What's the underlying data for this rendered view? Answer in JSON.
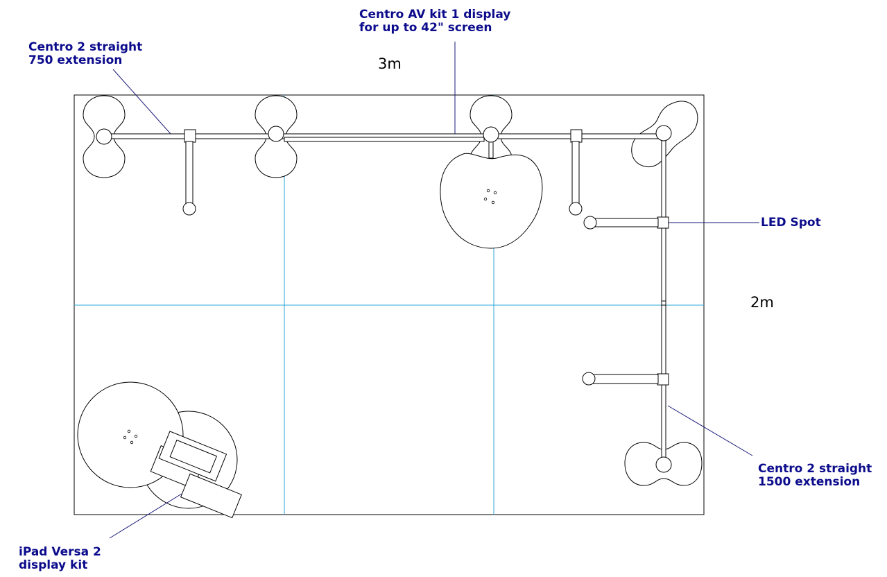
{
  "labels": {
    "straight_750": {
      "line1": "Centro 2 straight",
      "line2": "750 extension"
    },
    "av_kit": {
      "line1": "Centro AV kit 1 display",
      "line2": "for up to 42\" screen"
    },
    "led_spot": {
      "line1": "LED Spot"
    },
    "straight_1500": {
      "line1": "Centro 2 straight",
      "line2": "1500 extension"
    },
    "ipad_kit": {
      "line1": "iPad Versa 2",
      "line2": "display kit"
    }
  },
  "dimensions": {
    "width": "3m",
    "height": "2m"
  },
  "colors": {
    "outline": "#000000",
    "grid": "#2aa7d6",
    "label_text": "#0b0b8c",
    "leader": "#1a1a7a"
  }
}
